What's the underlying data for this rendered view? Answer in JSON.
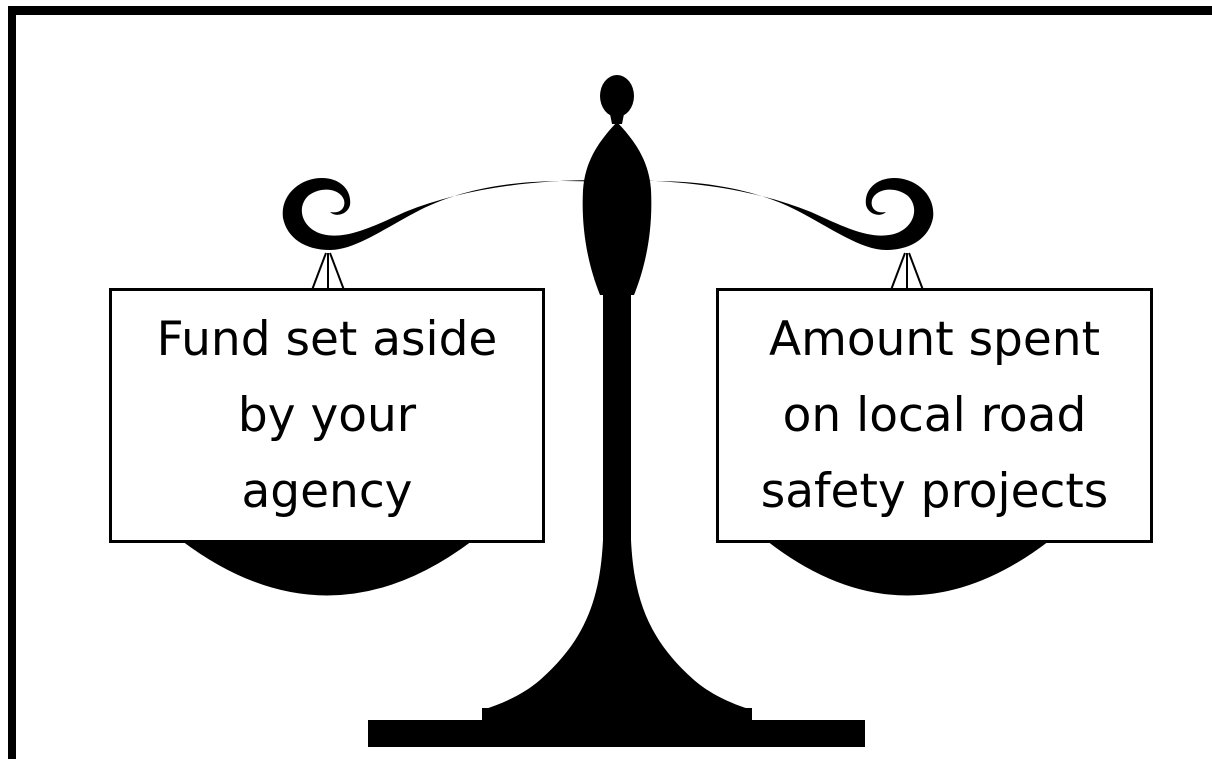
{
  "diagram": {
    "type": "balance-scale",
    "colors": {
      "silhouette": "#000000",
      "background": "#ffffff",
      "label_fill": "#ffffff",
      "label_border": "#000000"
    },
    "left_pan": {
      "label": "Fund set aside\nby your\nagency"
    },
    "right_pan": {
      "label": "Amount spent\non local road\nsafety projects"
    }
  }
}
